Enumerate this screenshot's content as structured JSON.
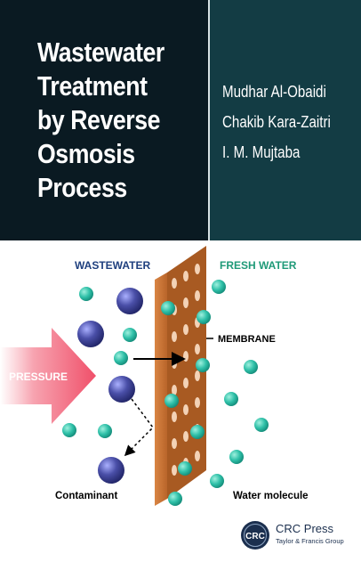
{
  "book": {
    "title_lines": [
      "Wastewater",
      "Treatment",
      "by Reverse",
      "Osmosis",
      "Process"
    ],
    "authors": [
      "Mudhar Al-Obaidi",
      "Chakib Kara-Zaitri",
      "I. M. Mujtaba"
    ]
  },
  "illustration": {
    "label_wastewater": "WASTEWATER",
    "label_fresh_water": "FRESH WATER",
    "label_membrane": "MEMBRANE",
    "label_pressure": "PRESSURE",
    "label_contaminant": "Contaminant",
    "label_water_molecule": "Water molecule"
  },
  "publisher": {
    "logo_text": "CRC",
    "name": "CRC Press",
    "subline": "Taylor & Francis Group"
  },
  "colors": {
    "top_left_bg": "#0a1a22",
    "top_right_bg": "#133c44",
    "membrane": "#c8702f",
    "water_molecule": "#2fc0a8",
    "contaminant": "#4a4fa8",
    "pressure_arrow": "#f0506a",
    "label_blue": "#1e3f7e",
    "label_green": "#1f9a78"
  }
}
